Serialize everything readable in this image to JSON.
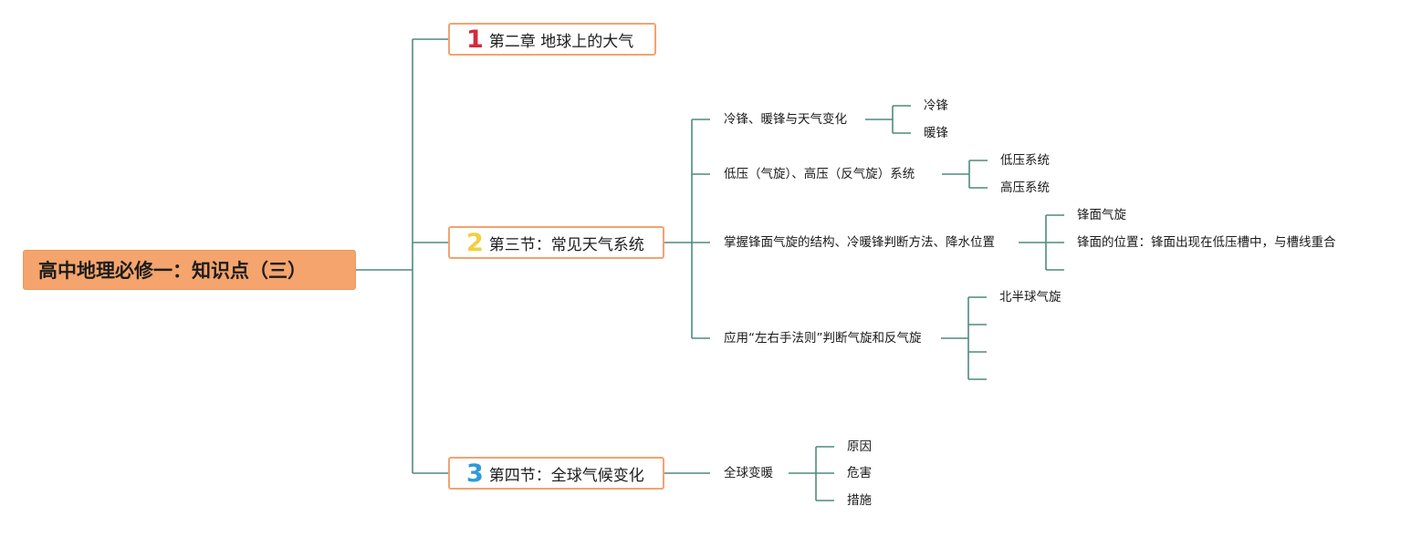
{
  "root": {
    "title": "高中地理必修一：知识点（三）"
  },
  "sections": [
    {
      "num": "1",
      "num_color": "#d42a3a",
      "label": "第二章  地球上的大气"
    },
    {
      "num": "2",
      "num_color": "#f2cf3e",
      "label": "第三节：常见天气系统"
    },
    {
      "num": "3",
      "num_color": "#2f9ad8",
      "label": "第四节：全球气候变化"
    }
  ],
  "topics": [
    {
      "label": "冷锋、暖锋与天气变化",
      "children": [
        "冷锋",
        "暖锋"
      ]
    },
    {
      "label": "低压（气旋）、高压（反气旋）系统",
      "children": [
        "低压系统",
        "高压系统"
      ]
    },
    {
      "label": "掌握锋面气旋的结构、冷暖锋判断方法、降水位置",
      "children": [
        "锋面气旋",
        "锋面的位置：锋面出现在低压槽中，与槽线重合"
      ]
    },
    {
      "label": "应用“左右手法则”判断气旋和反气旋",
      "children": [
        "北半球气旋"
      ]
    },
    {
      "label": "全球变暖",
      "children": [
        "原因",
        "危害",
        "措施"
      ]
    }
  ],
  "colors": {
    "line": "#4e8a7e",
    "root_fill": "#f4a46c",
    "box_border": "#f2a36f"
  }
}
